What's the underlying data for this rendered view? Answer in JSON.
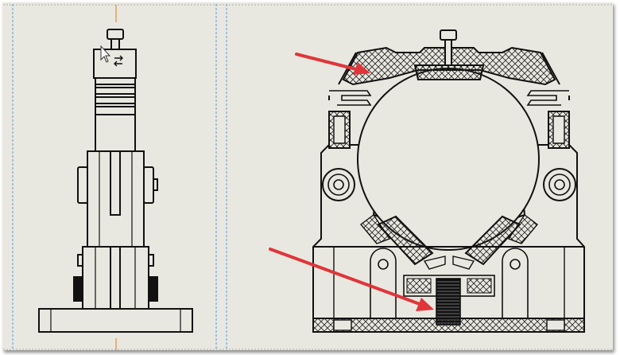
{
  "drawing": {
    "left_view": {
      "label": "side-view"
    },
    "right_view": {
      "label": "section-view"
    }
  },
  "colors": {
    "sheet": "#e9e8e0",
    "line": "#111111",
    "hatch": "#222222",
    "arrow": "#e0353a",
    "border": "#5a9bd8",
    "centerline": "#e07a1a"
  },
  "icons": [
    "cursor-arrow-icon",
    "reference-icon"
  ],
  "annotations": [
    {
      "name": "top-callout-arrow"
    },
    {
      "name": "bottom-callout-arrow"
    }
  ]
}
